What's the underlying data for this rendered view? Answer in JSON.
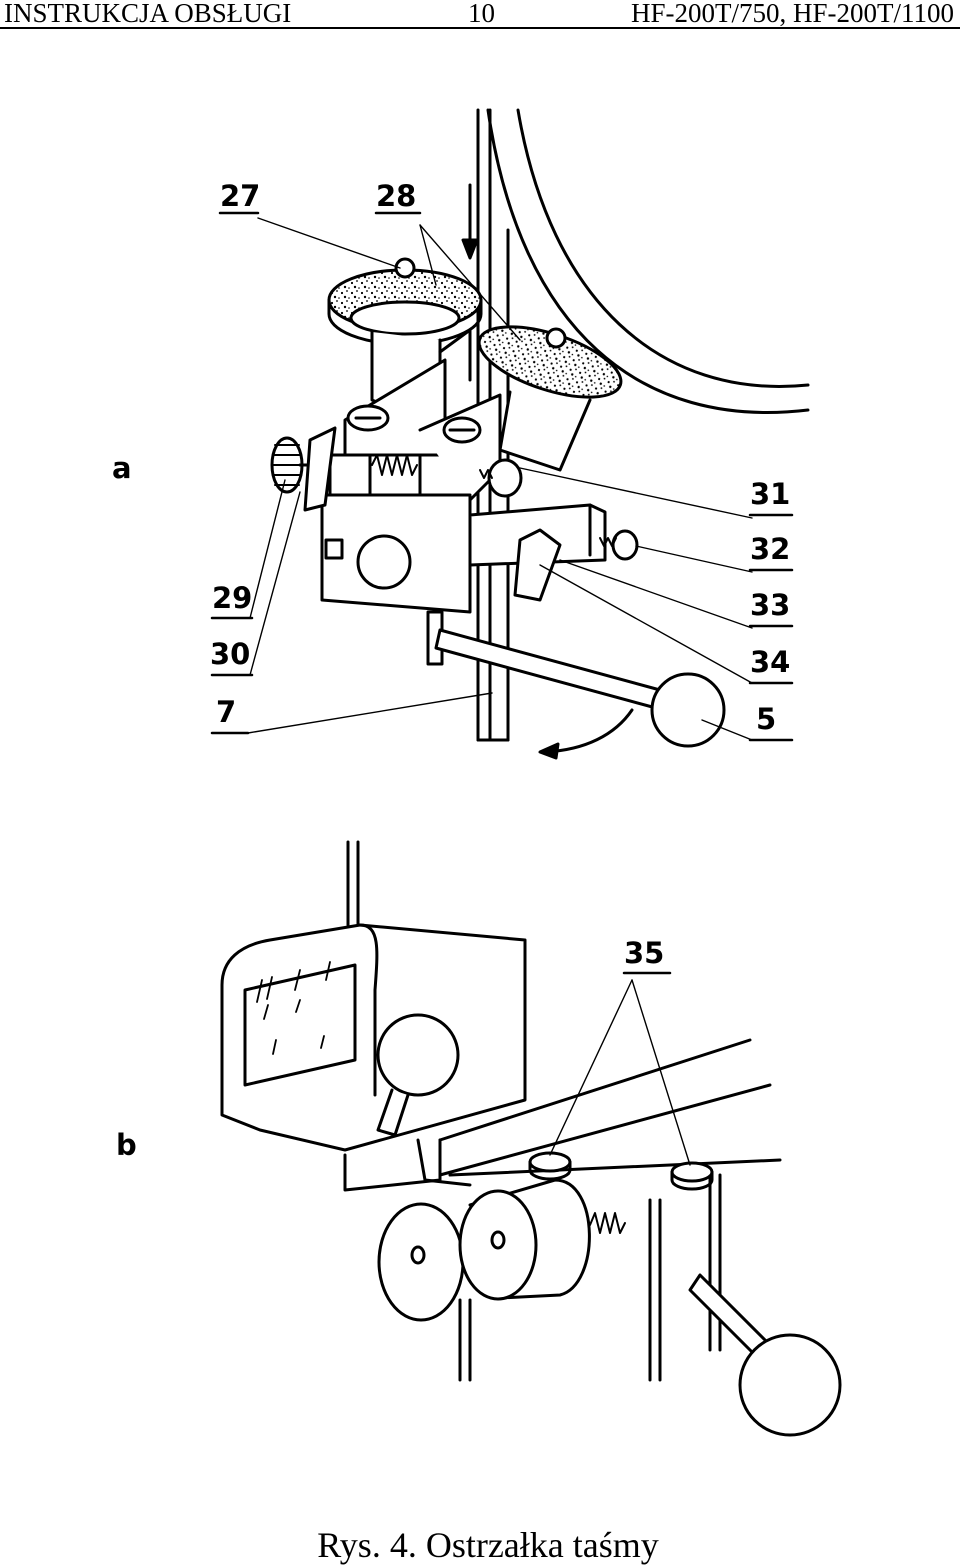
{
  "header": {
    "left": "INSTRUKCJA OBSŁUGI",
    "page_number": "10",
    "right": "HF-200T/750, HF-200T/1100"
  },
  "figure_a": {
    "panel_label": "a",
    "callouts": [
      "27",
      "28",
      "29",
      "30",
      "7",
      "31",
      "32",
      "33",
      "34",
      "5"
    ]
  },
  "figure_b": {
    "panel_label": "b",
    "callouts": [
      "35"
    ]
  },
  "caption": "Rys. 4. Ostrzałka taśmy"
}
